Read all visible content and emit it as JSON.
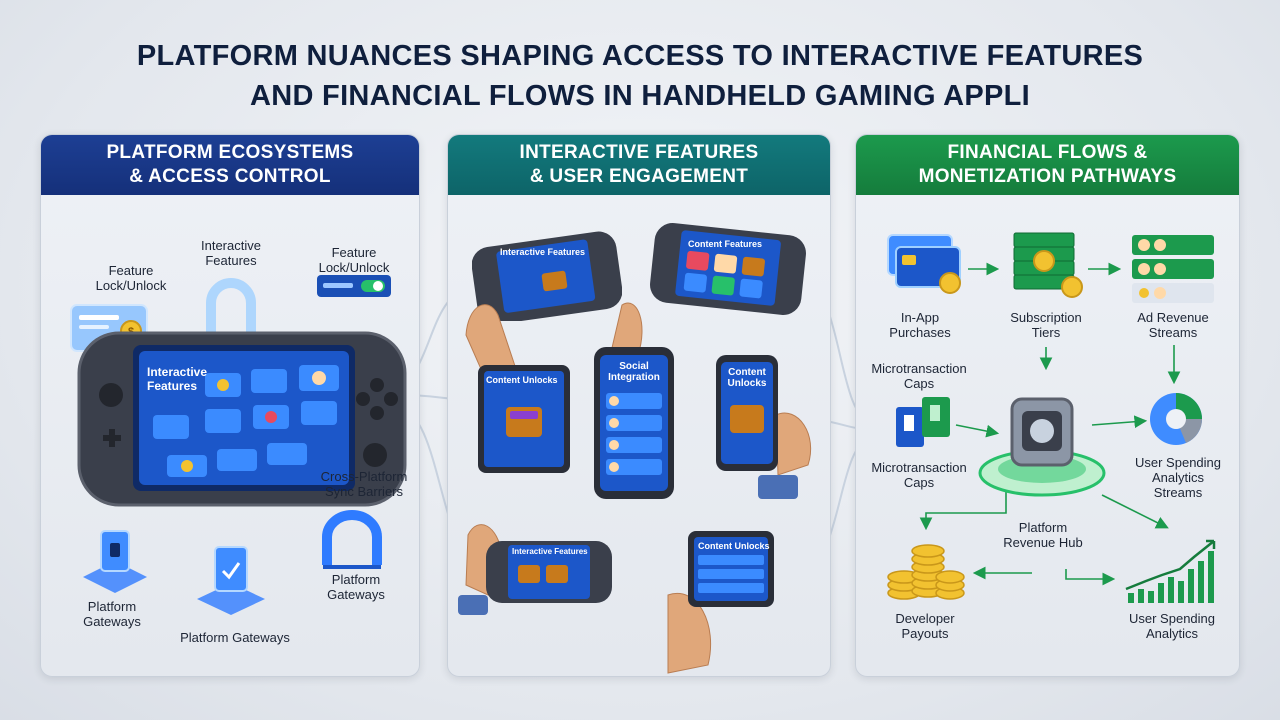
{
  "title": {
    "line1": "PLATFORM NUANCES SHAPING ACCESS TO INTERACTIVE FEATURES",
    "line2": "AND FINANCIAL FLOWS IN HANDHELD GAMING APPLI"
  },
  "panels": [
    {
      "head_line1": "PLATFORM ECOSYSTEMS",
      "head_line2": "& ACCESS CONTROL",
      "color": "#1d3f94",
      "labels": {
        "feature_lock_left": [
          "Feature",
          "Lock/Unlock"
        ],
        "interactive_features": [
          "Interactive",
          "Features"
        ],
        "feature_lock_right": [
          "Feature",
          "Lock/Unlock"
        ],
        "cross_platform": [
          "Cross-Platform",
          "Sync Barriers"
        ],
        "platform_gateways_left": [
          "Platform",
          "Gateways"
        ],
        "platform_gateways_mid": "Platform Gateways",
        "platform_gateways_right": [
          "Platform",
          "Gateways"
        ]
      },
      "device_screen_title": [
        "Interactive",
        "Features"
      ]
    },
    {
      "head_line1": "INTERACTIVE FEATURES",
      "head_line2": "& USER ENGAGEMENT",
      "color": "#137a7d",
      "screens": {
        "console_a": "Interactive Features",
        "console_b": "Content Features",
        "tablet_a": "Content Unlocks",
        "phone_mid": [
          "Social",
          "Integration"
        ],
        "phone_right": [
          "Content",
          "Unlocks"
        ],
        "console_c": "Interactive Features",
        "tablet_b": "Content Unlocks"
      }
    },
    {
      "head_line1": "FINANCIAL FLOWS &",
      "head_line2": "MONETIZATION PATHWAYS",
      "color": "#1c9a4d",
      "labels": {
        "in_app": [
          "In-App",
          "Purchases"
        ],
        "subscription": [
          "Subscription",
          "Tiers"
        ],
        "ad_revenue": [
          "Ad Revenue",
          "Streams"
        ],
        "micro_top": [
          "Microtransaction",
          "Caps"
        ],
        "micro_bottom": [
          "Microtransaction",
          "Caps"
        ],
        "user_spending_top": [
          "User Spending",
          "Analytics",
          "Streams"
        ],
        "revenue_hub": [
          "Platform",
          "Revenue Hub"
        ],
        "developer_payouts": [
          "Developer",
          "Payouts"
        ],
        "user_spending_bottom": [
          "User Spending",
          "Analytics"
        ]
      }
    }
  ]
}
